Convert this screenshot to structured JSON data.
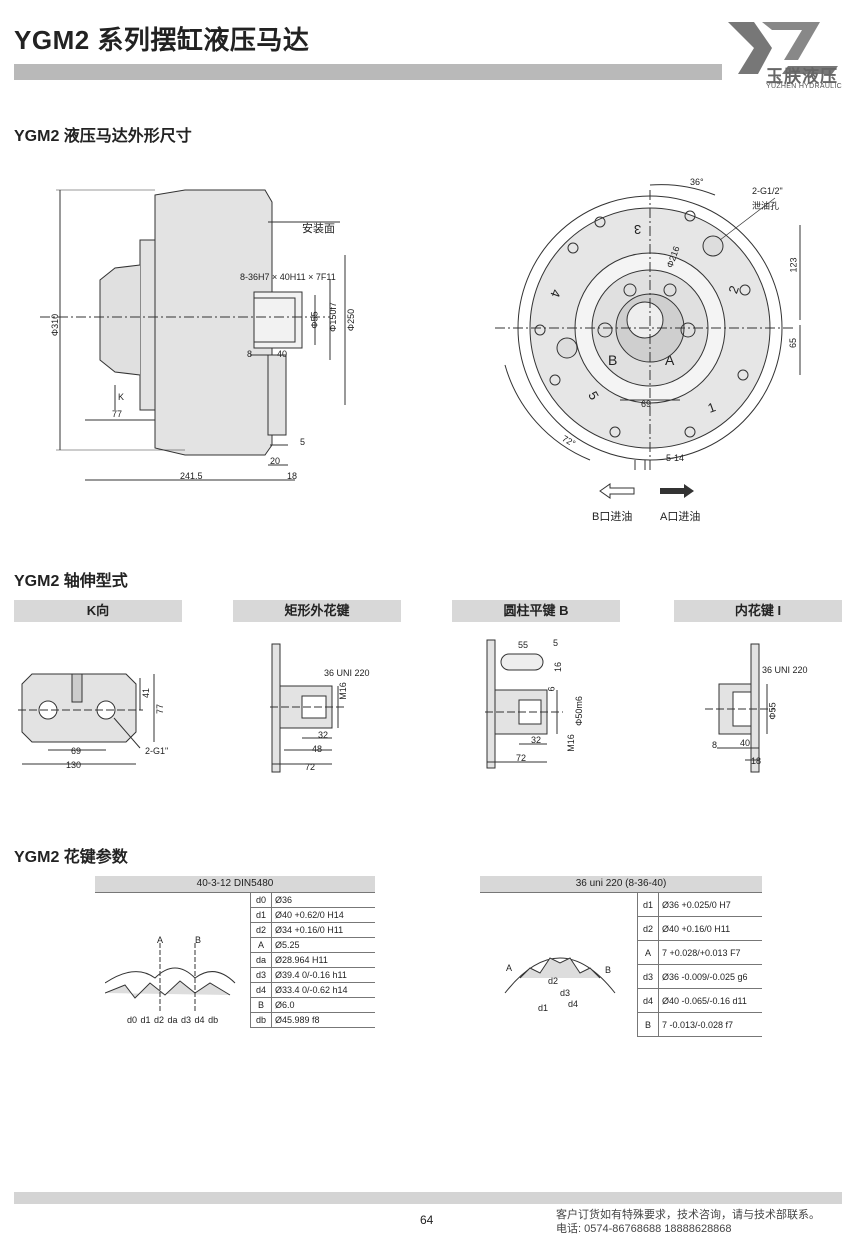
{
  "header": {
    "title": "YGM2 系列摆缸液压马达",
    "logo_cn": "玉朕液压",
    "logo_en": "YUZHEN HYDRAULIC"
  },
  "sections": {
    "dims": "YGM2 液压马达外形尺寸",
    "shafts": "YGM2 轴伸型式",
    "splines": "YGM2 花键参数"
  },
  "drawing_main": {
    "mount_face": "安装面",
    "spline_spec": "8-36H7 × 40H11 × 7F11",
    "d310": "Φ310",
    "d55": "Φ55",
    "d150": "Φ150f7",
    "d250": "Φ250",
    "k_label": "K",
    "dim_8": "8",
    "dim_40": "40",
    "dim_77": "77",
    "dim_5": "5",
    "dim_20": "20",
    "dim_2415": "241.5",
    "dim_18": "18"
  },
  "drawing_front": {
    "angle36": "36°",
    "port_spec": "2-G1/2\"",
    "drain": "泄油孔",
    "d216": "Φ216",
    "dim_123": "123",
    "dim_65": "65",
    "dim_69": "69",
    "angle72": "72°",
    "dim_514": "5-14",
    "n1": "1",
    "n2": "2",
    "n3": "3",
    "n4": "4",
    "n5": "5",
    "port_a": "A",
    "port_b": "B",
    "b_in": "B口进油",
    "a_in": "A口进油"
  },
  "shaft_tabs": [
    "K向",
    "矩形外花键",
    "圆柱平键 B",
    "内花键 I"
  ],
  "shaft_k": {
    "d41": "41",
    "d77": "77",
    "d69": "69",
    "d130": "130",
    "port": "2-G1\""
  },
  "shaft_rect": {
    "spec": "36 UNI 220",
    "m16": "M16",
    "d32": "32",
    "d48": "48",
    "d72": "72"
  },
  "shaft_key": {
    "d55": "55",
    "d5": "5",
    "d16": "16",
    "d6": "6",
    "d50": "Φ50m6",
    "d32": "32",
    "d72": "72",
    "m16": "M16"
  },
  "shaft_inner": {
    "spec": "36 UNI 220",
    "d55": "Φ55",
    "d8": "8",
    "d40": "40",
    "d18": "18"
  },
  "table1": {
    "title": "40-3-12  DIN5480",
    "rows": [
      [
        "d0",
        "Ø36"
      ],
      [
        "d1",
        "Ø40 +0.62/0  H14"
      ],
      [
        "d2",
        "Ø34 +0.16/0  H11"
      ],
      [
        "A",
        "Ø5.25"
      ],
      [
        "da",
        "Ø28.964    H11"
      ],
      [
        "d3",
        "Ø39.4 0/-0.16  h11"
      ],
      [
        "d4",
        "Ø33.4 0/-0.62  h14"
      ],
      [
        "B",
        "Ø6.0"
      ],
      [
        "db",
        "Ø45.989   f8"
      ]
    ],
    "fig_labels": "d0 d1 d2 da d3 d4 db",
    "fig_a": "A",
    "fig_b": "B"
  },
  "table2": {
    "title": "36 uni 220 (8-36-40)",
    "rows": [
      [
        "d1",
        "Ø36 +0.025/0  H7"
      ],
      [
        "d2",
        "Ø40 +0.16/0  H11"
      ],
      [
        "A",
        "7 +0.028/+0.013  F7"
      ],
      [
        "d3",
        "Ø36 -0.009/-0.025  g6"
      ],
      [
        "d4",
        "Ø40 -0.065/-0.16  d11"
      ],
      [
        "B",
        "7 -0.013/-0.028  f7"
      ]
    ],
    "fig_d1": "d1",
    "fig_d2": "d2",
    "fig_d3": "d3",
    "fig_d4": "d4",
    "fig_a": "A",
    "fig_b": "B"
  },
  "footer": {
    "page": "64",
    "note1": "客户订货如有特殊要求，技术咨询，请与技术部联系。",
    "note2": "电话: 0574-86768688     18888628868"
  }
}
